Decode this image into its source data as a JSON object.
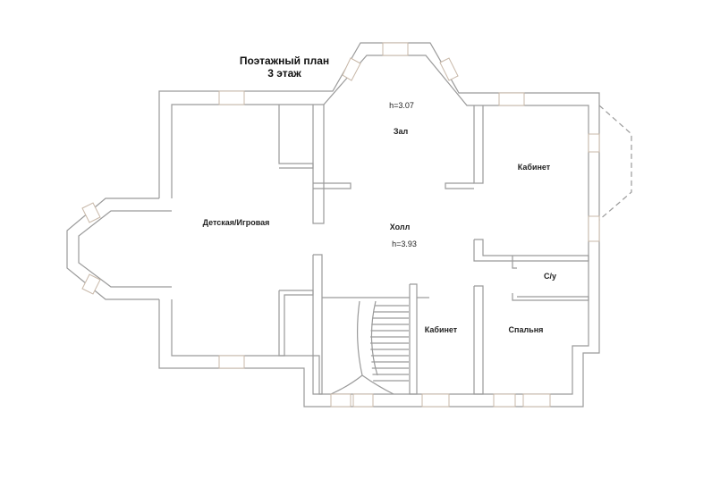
{
  "title": {
    "line1": "Поэтажный план",
    "line2": "3 этаж"
  },
  "rooms": {
    "hall_top": "Зал",
    "hall_top_height": "h=3.07",
    "kids": "Детская/Игровая",
    "holl": "Холл",
    "holl_height": "h=3.93",
    "cabinet_right": "Кабинет",
    "wc": "С/у",
    "cabinet_bottom": "Кабинет",
    "bedroom": "Спальня"
  }
}
